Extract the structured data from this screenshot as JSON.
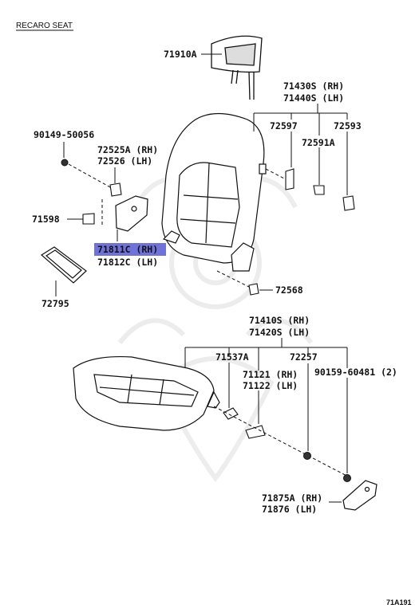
{
  "title": "RECARO SEAT",
  "diagram_code": "71A191",
  "highlight_color": "#6f72d8",
  "parts": {
    "p71910A": "71910A",
    "p71430S": "71430S (RH)",
    "p71440S": "71440S (LH)",
    "p72597": "72597",
    "p72593": "72593",
    "p72591A": "72591A",
    "p90149": "90149-50056",
    "p72525A": "72525A (RH)",
    "p72526": "72526  (LH)",
    "p71598": "71598",
    "p71811C": "71811C (RH)",
    "p71812C": "71812C (LH)",
    "p72795": "72795",
    "p72568": "72568",
    "p71410S": "71410S (RH)",
    "p71420S": "71420S (LH)",
    "p71537A": "71537A",
    "p72257": "72257",
    "p90159": "90159-60481 (2)",
    "p71121": "71121 (RH)",
    "p71122": "71122 (LH)",
    "p71875A": "71875A (RH)",
    "p71876": "71876  (LH)"
  }
}
